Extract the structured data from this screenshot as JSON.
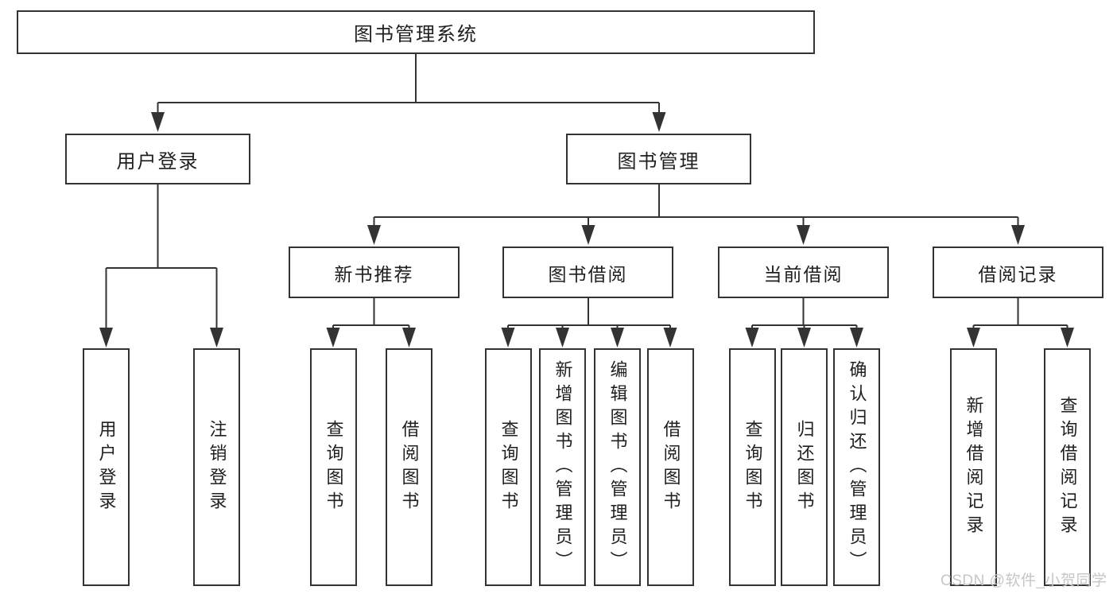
{
  "diagram_title": "图书管理系统",
  "watermark": {
    "text": "CSDN @软件_小贺同学"
  },
  "colors": {
    "line": "#333333",
    "box_border": "#333333",
    "box_background": "#ffffff",
    "text": "#1f1f1f",
    "watermark_text": "#c6c6c6",
    "page_background": "#ffffff"
  },
  "tree": {
    "label": "图书管理系统",
    "children": [
      {
        "label": "用户登录",
        "children": [
          {
            "label": "用户登录"
          },
          {
            "label": "注销登录"
          }
        ]
      },
      {
        "label": "图书管理",
        "children": [
          {
            "label": "新书推荐",
            "children": [
              {
                "label": "查询图书"
              },
              {
                "label": "借阅图书"
              }
            ]
          },
          {
            "label": "图书借阅",
            "children": [
              {
                "label": "查询图书"
              },
              {
                "label": "新增图书（管理员）"
              },
              {
                "label": "编辑图书（管理员）"
              },
              {
                "label": "借阅图书"
              }
            ]
          },
          {
            "label": "当前借阅",
            "children": [
              {
                "label": "查询图书"
              },
              {
                "label": "归还图书"
              },
              {
                "label": "确认归还（管理员）"
              }
            ]
          },
          {
            "label": "借阅记录",
            "children": [
              {
                "label": "新增借阅记录"
              },
              {
                "label": "查询借阅记录"
              }
            ]
          }
        ]
      }
    ]
  }
}
